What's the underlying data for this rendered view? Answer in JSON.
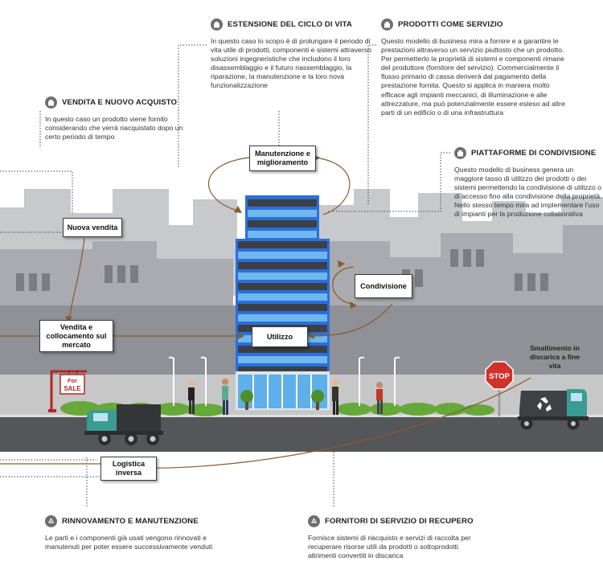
{
  "sections": {
    "ciclo_vita": {
      "title": "ESTENSIONE DEL CICLO DI VITA",
      "icon": "building-icon",
      "body": "In questo caso lo scopo è di prolungare il periodo di vita utile di prodotti, componenti e sistemi attraverso soluzioni ingegneristiche che includono il loro disassemblaggio e il futuro riassemblaggio, la riparazione, la manutenzione e la loro nova funzionalizzazione"
    },
    "prodotti_servizio": {
      "title": "PRODOTTI COME SERVIZIO",
      "icon": "building-icon",
      "body": "Questo modello di business mira a fornire e a garantire le prestazioni attraverso un servizio piuttosto che un prodotto. Per permetterlo la proprietà di sistemi e componenti rimane del produttore (fornitore del servizio). Commercialmente il flusso primario di cassa deriverà dal pagamento della prestazione fornita. Questo si applica in maniera molto efficace agli impianti meccanici, di illuminazione e alle attrezzature, ma può potenzialmente essere esteso ad altre parti di un edificio o di una infrastruttura"
    },
    "vendita_acquisto": {
      "title": "VENDITA E NUOVO ACQUISTO",
      "icon": "building-icon",
      "body": "In questo caso un prodotto viene fornito considerando che verrà riacquistato dopo un certo periodo di tempo"
    },
    "piattaforme": {
      "title": "PIATTAFORME DI CONDIVISIONE",
      "icon": "building-icon",
      "body": "Questo modello di business genera un maggiore tasso di utilizzo dei prodotti o dei sistemi permettendo la condivisione di utilizzo o di accesso fino alla condivisione della proprietà. Nello stesso tempo mira ad implementare l'uso di impianti per la produzione collaborativa"
    },
    "rinnovamento": {
      "title": "RINNOVAMENTO E MANUTENZIONE",
      "icon": "recycle-icon",
      "body": "Le parti e i componenti già usati vengono rinnovati e manutenuti per poter essere successivamente venduti"
    },
    "recupero": {
      "title": "FORNITORI DI SERVIZIO DI RECUPERO",
      "icon": "recycle-icon",
      "body": "Fornisce sistemi di riacquisto e servizi di raccolta per recuperare risorse utili da prodotti o sottoprodotti altrimenti convertiti in discarica"
    }
  },
  "labels": {
    "manutenzione": "Manutenzione e miglioramento",
    "nuova_vendita": "Nuova vendita",
    "condivisione": "Condivisione",
    "vendita_mercato": "Vendita e collocamento sul mercato",
    "utilizzo": "Utilizzo",
    "logistica": "Logistica inversa",
    "smaltimento": "Smaltimento in discarica a fine vita"
  },
  "signs": {
    "for_sale_top": "For",
    "for_sale_bottom": "SALE",
    "stop": "STOP"
  },
  "colors": {
    "arrow": "#8a5a2e",
    "skyline_back": "#c7c9cc",
    "skyline_front": "#a9abb0",
    "facade": "#8f9196",
    "building_blue": "#2a6fdb",
    "window_light": "#6fb7ee",
    "window_dark": "#3c4046",
    "truck_teal": "#3a9c93",
    "road": "#555659",
    "sidewalk": "#c7c7c7",
    "hedge": "#66a83a"
  }
}
